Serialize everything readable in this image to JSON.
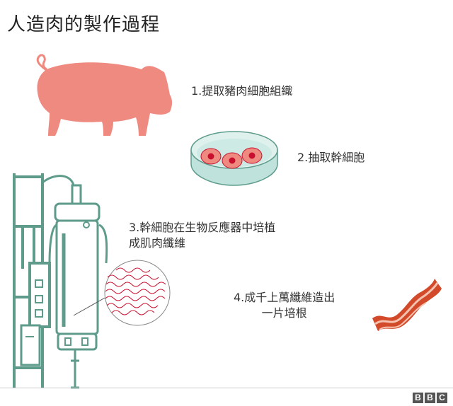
{
  "title": "人造肉的製作過程",
  "steps": [
    {
      "lines": [
        "1.提取豬肉細胞組織"
      ]
    },
    {
      "lines": [
        "2.抽取幹細胞"
      ]
    },
    {
      "lines": [
        "3.幹細胞在生物反應器中培植",
        "成肌肉纖維"
      ]
    },
    {
      "lines": [
        "4.成千上萬纖維造出",
        "一片培根"
      ]
    }
  ],
  "logo": {
    "letters": [
      "B",
      "B",
      "C"
    ]
  },
  "icons": [
    "pig-icon",
    "petri-dish-icon",
    "bioreactor-icon",
    "muscle-fiber-magnifier-icon",
    "bacon-icon"
  ],
  "colors": {
    "pig": "#ef8a80",
    "dish": "#bfe3dc",
    "cell": "#c8102e",
    "reactor": "#5e9b8b",
    "bacon": "#d24a2a"
  }
}
